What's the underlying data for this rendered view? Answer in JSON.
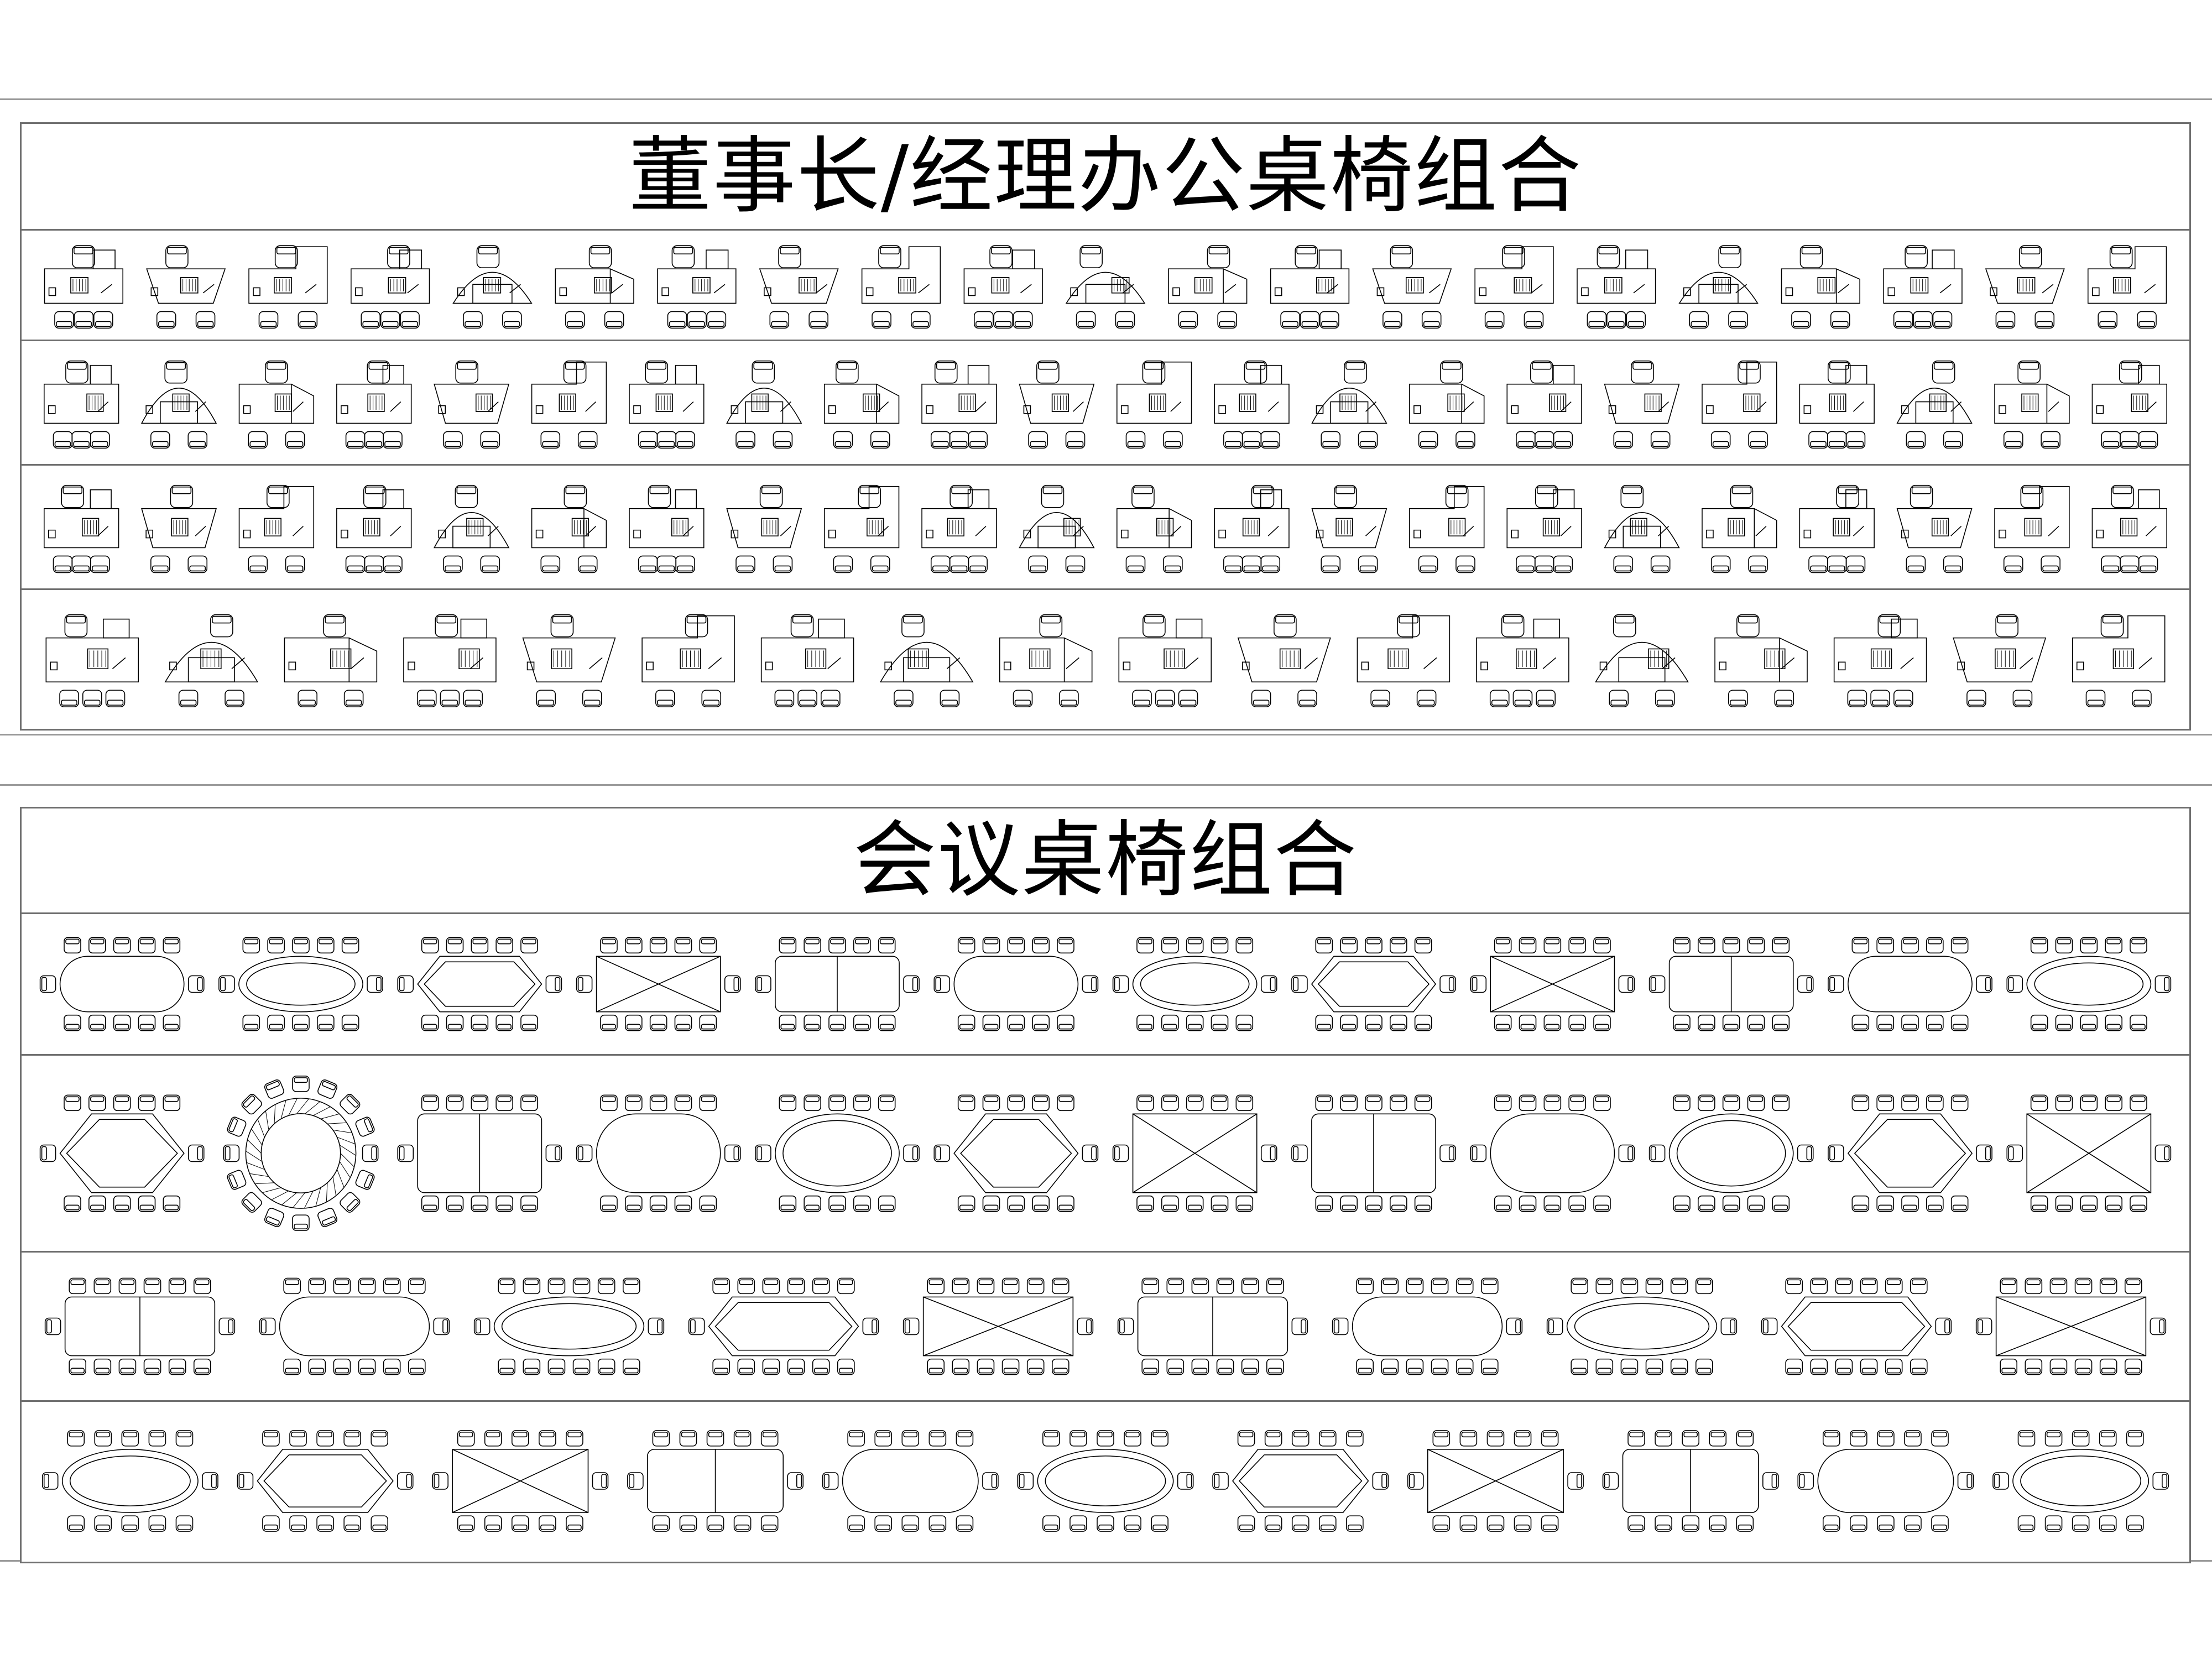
{
  "sections": [
    {
      "id": "office",
      "title": "董事长/经理办公桌椅组合",
      "rows": 4,
      "per_row": [
        21,
        22,
        22,
        18
      ]
    },
    {
      "id": "meeting",
      "title": "会议桌椅组合",
      "rows": 4,
      "per_row": [
        12,
        12,
        10,
        11
      ]
    }
  ],
  "colors": {
    "line": "#000000",
    "frame": "#6f6f6f",
    "outer": "#9a9a9a",
    "background": "#ffffff"
  }
}
